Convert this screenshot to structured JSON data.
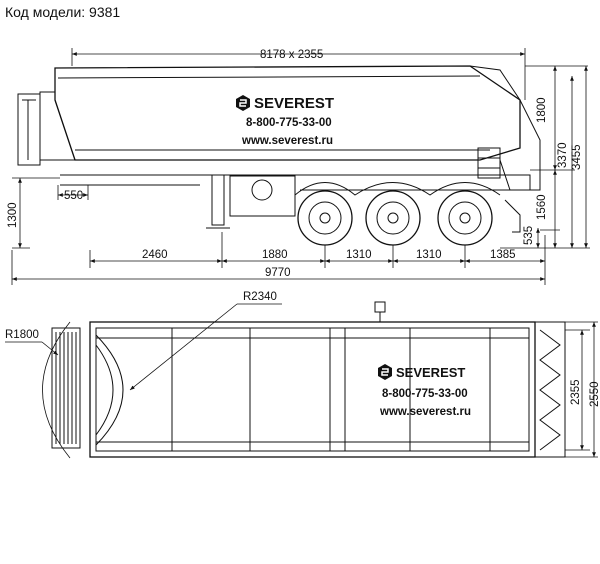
{
  "header": {
    "model_code": "Код модели: 9381"
  },
  "side_view": {
    "dims": {
      "overall_top": "8178 x 2355",
      "h_1800": "1800",
      "h_3370": "3370",
      "h_3455": "3455",
      "h_1560": "1560",
      "h_1300": "1300",
      "d_550": "550",
      "d_535": "535",
      "s_2460": "2460",
      "s_1880": "1880",
      "s_1310a": "1310",
      "s_1310b": "1310",
      "s_1385": "1385",
      "total": "9770"
    },
    "brand": {
      "name": "SEVEREST",
      "phone": "8-800-775-33-00",
      "site": "www.severest.ru"
    }
  },
  "top_view": {
    "dims": {
      "r_2340": "R2340",
      "r_1800": "R1800",
      "w_2355": "2355",
      "w_2550": "2550"
    },
    "brand": {
      "name": "SEVEREST",
      "phone": "8-800-775-33-00",
      "site": "www.severest.ru"
    }
  },
  "icons": {
    "brand_logo": "severest-hexagon-logo"
  }
}
